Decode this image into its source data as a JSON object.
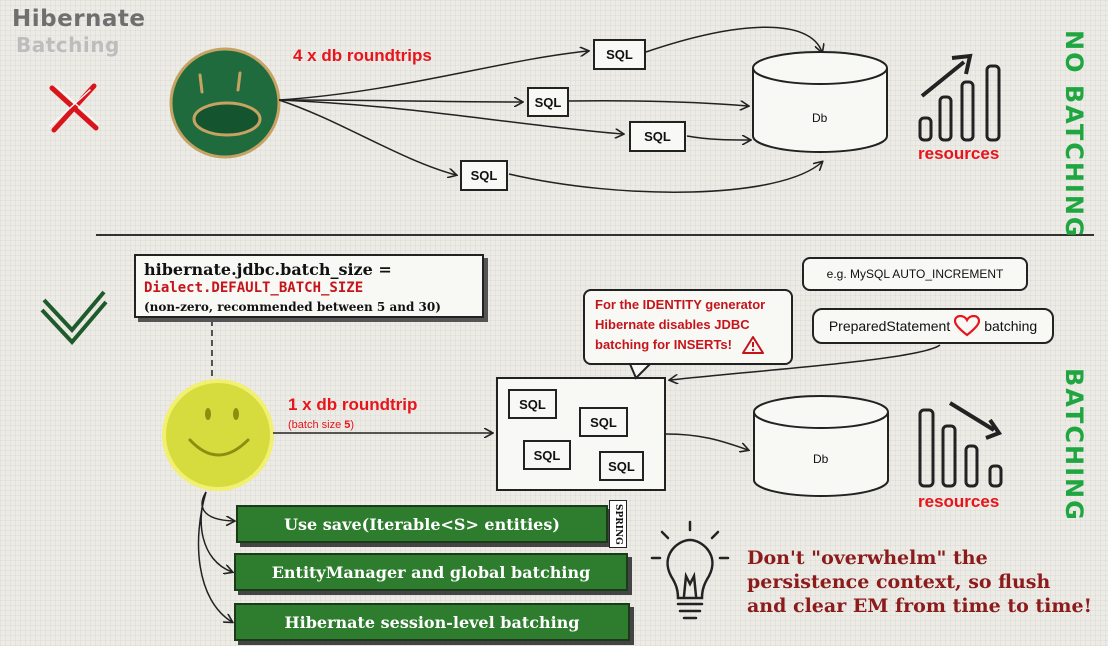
{
  "title": {
    "line1": "Hibernate",
    "line2": "Batching"
  },
  "no_batching": {
    "label": "NO BATCHING",
    "roundtrips": "4 x db roundtrips",
    "sql_labels": [
      "SQL",
      "SQL",
      "SQL",
      "SQL"
    ],
    "db_label": "Db",
    "resources_label": "resources"
  },
  "batching": {
    "label": "BATCHING",
    "config": {
      "line1": "hibernate.jdbc.batch_size =",
      "line2": "Dialect.DEFAULT_BATCH_SIZE",
      "line3": "(non-zero, recommended between 5 and 30)"
    },
    "roundtrip": "1 x db roundtrip",
    "batch_size_prefix": "(batch size ",
    "batch_size_value": "5",
    "batch_size_suffix": ")",
    "sql_labels": [
      "SQL",
      "SQL",
      "SQL",
      "SQL"
    ],
    "db_label": "Db",
    "resources_label": "resources",
    "mysql_note": "e.g. MySQL AUTO_INCREMENT",
    "identity_warning": {
      "line1": "For the IDENTITY generator",
      "line2": "Hibernate disables JDBC",
      "line3": "batching for INSERTs!"
    },
    "ps_note": {
      "left": "PreparedStatement",
      "right": "batching"
    },
    "options": [
      "Use save(Iterable<S> entities)",
      "EntityManager and global batching",
      "Hibernate session-level batching"
    ],
    "spring_tag": "SPRING",
    "tip": {
      "line1": "Don't \"overwhelm\" the",
      "line2": "persistence context, so flush",
      "line3": "and clear EM from time to time!"
    }
  },
  "colors": {
    "accent_red": "#e8141b",
    "dark_red": "#8c1c1c",
    "green": "#20a640",
    "button_green": "#2e7d2e",
    "sad_face": "#1f6b3e",
    "happy_face": "#d6dc3e"
  },
  "icons": [
    "cross-icon",
    "checkmark-icon",
    "sad-face-icon",
    "happy-face-icon",
    "bar-chart-up-icon",
    "bar-chart-down-icon",
    "heart-icon",
    "warning-icon",
    "lightbulb-icon"
  ]
}
